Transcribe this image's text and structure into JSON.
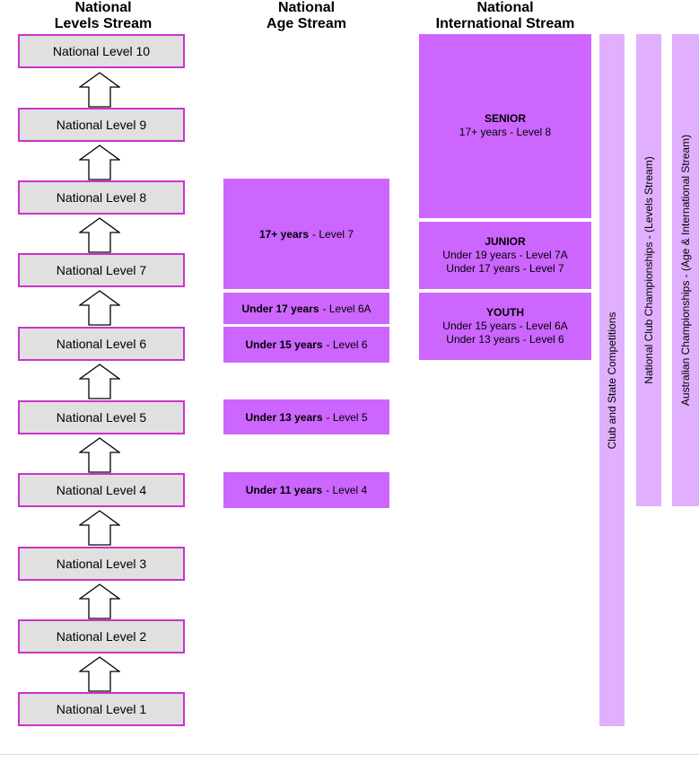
{
  "headers": {
    "levels": [
      "National",
      "Levels Stream"
    ],
    "age": [
      "National",
      "Age Stream"
    ],
    "international": [
      "National",
      "International Stream"
    ]
  },
  "levels": [
    "National Level 10",
    "National Level 9",
    "National Level 8",
    "National Level 7",
    "National Level 6",
    "National Level 5",
    "National Level 4",
    "National Level 3",
    "National Level 2",
    "National Level 1"
  ],
  "age_stream": [
    {
      "bold": "17+ years",
      "rest": "- Level 7"
    },
    {
      "bold": "Under 17 years",
      "rest": "- Level 6A"
    },
    {
      "bold": "Under 15 years",
      "rest": "- Level 6"
    },
    {
      "bold": "Under 13 years",
      "rest": "- Level 5"
    },
    {
      "bold": "Under 11 years",
      "rest": "- Level 4"
    }
  ],
  "international_stream": [
    {
      "title": "SENIOR",
      "lines": [
        "17+ years - Level 8"
      ]
    },
    {
      "title": "JUNIOR",
      "lines": [
        "Under 19 years - Level 7A",
        "Under 17 years - Level 7"
      ]
    },
    {
      "title": "YOUTH",
      "lines": [
        "Under 15 years - Level 6A",
        "Under 13 years - Level 6"
      ]
    }
  ],
  "vertical_bars": [
    "Club and State Competitions",
    "National Club Championships  - (Levels Stream)",
    "Australian Championships  - (Age & International Stream)"
  ],
  "colors": {
    "level_fill": "#e0e0e0",
    "level_border": "#cc33cc",
    "stream_fill": "#cc66ff",
    "bar_fill": "#e0b0ff"
  }
}
